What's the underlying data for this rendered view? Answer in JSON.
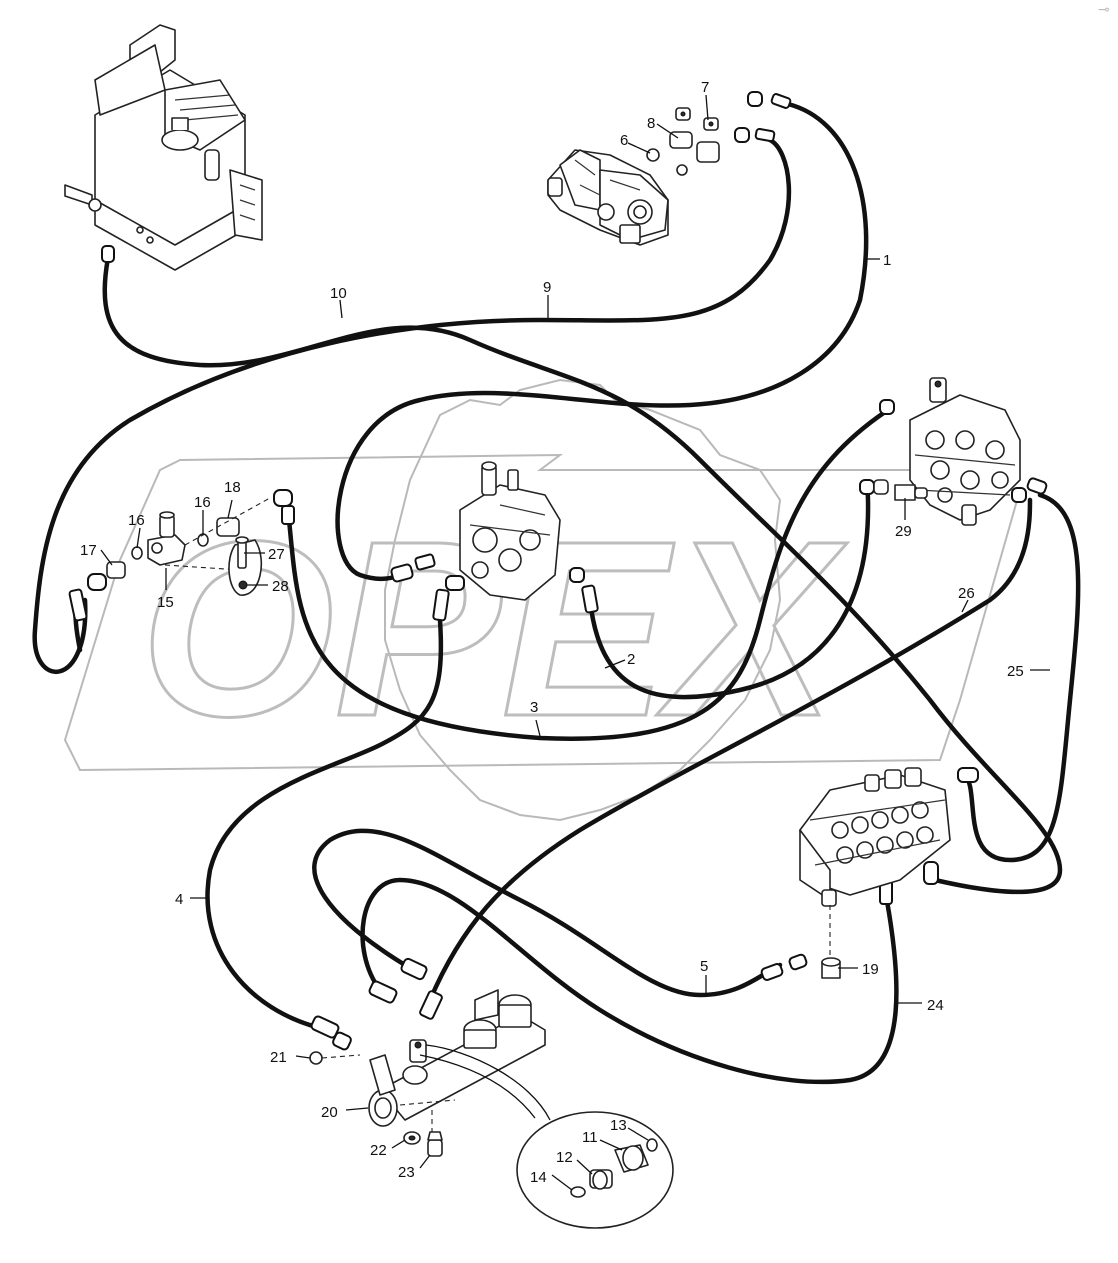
{
  "watermark": {
    "text": "OPEX"
  },
  "corner_mark": "⊸",
  "callouts": {
    "c1": "1",
    "c2": "2",
    "c3": "3",
    "c4": "4",
    "c5": "5",
    "c6": "6",
    "c7": "7",
    "c8": "8",
    "c9": "9",
    "c10": "10",
    "c11": "11",
    "c12": "12",
    "c13": "13",
    "c14": "14",
    "c15": "15",
    "c16a": "16",
    "c16b": "16",
    "c17": "17",
    "c18": "18",
    "c19": "19",
    "c20": "20",
    "c21": "21",
    "c22": "22",
    "c23": "23",
    "c24": "24",
    "c25": "25",
    "c26": "26",
    "c27": "27",
    "c28": "28",
    "c29": "29"
  }
}
